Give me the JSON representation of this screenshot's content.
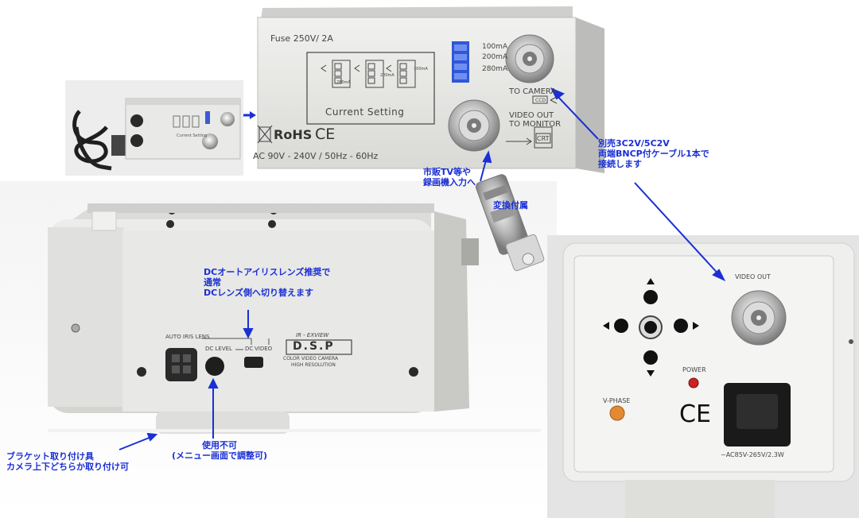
{
  "colors": {
    "annotation": "#1a2fd6",
    "body": "#e6e6e4",
    "power_led": "#cc2222"
  },
  "rear_unit": {
    "fuse": "Fuse 250V/ 2A",
    "current_title": "Current   Setting",
    "dip_labels": [
      "100mA",
      "200mA",
      "280mA"
    ],
    "small_labels": [
      "280mA",
      "200mA",
      "100mA"
    ],
    "to_camera": "TO CAMERA",
    "ccd": "CCD",
    "video_out_to_monitor": [
      "VIDEO OUT",
      "TO MONITOR"
    ],
    "crt": "CRT",
    "rohs": "RoHS",
    "ce": "CE",
    "power_spec": "AC 90V - 240V / 50Hz - 60Hz"
  },
  "thumbnail": {
    "small_text": "Current  Setting"
  },
  "camera_side": {
    "auto_iris": "AUTO IRIS LENS",
    "dc_level": "DC LEVEL",
    "dc": "DC",
    "video": "VIDEO",
    "brand_top": "IR - EXVIEW",
    "brand_main": "D.S.P",
    "brand_sub1": "COLOR VIDEO CAMERA",
    "brand_sub2": "HIGH RESOLUTION"
  },
  "camera_rear": {
    "video_out": "VIDEO OUT",
    "power": "POWER",
    "v_phase": "V-PHASE",
    "ce": "CE",
    "spec": "~AC85V-265V/2.3W"
  },
  "annotations": {
    "cable": [
      "別売3C2V/5C2V",
      "両端BNCP付ケーブル1本で",
      "接続します"
    ],
    "tv": [
      "市販TV等や",
      "録画機入力へ"
    ],
    "adapter": "変換付属",
    "dc_lens": [
      "DCオートアイリスレンズ推奨で",
      "通常",
      "DCレンズ側へ切り替えます"
    ],
    "unusable": [
      "使用不可",
      "(メニュー画面で調整可)"
    ],
    "bracket": [
      "ブラケット取り付け具",
      "カメラ上下どちらか取り付け可"
    ]
  }
}
